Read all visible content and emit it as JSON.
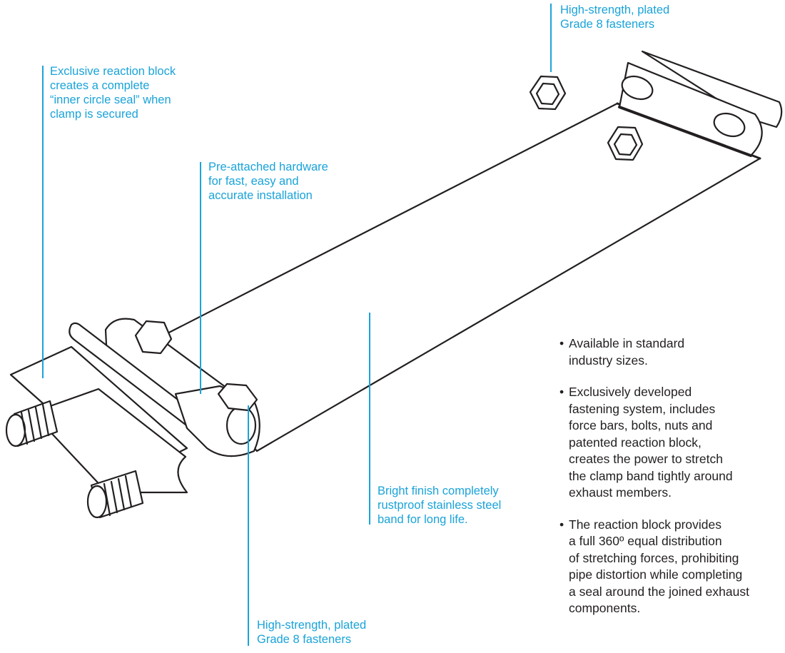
{
  "callouts": {
    "fasteners_top": [
      "High-strength, plated",
      "Grade 8 fasteners"
    ],
    "reaction_block": [
      "Exclusive reaction block",
      "creates a complete",
      "“inner circle seal” when",
      "clamp is secured"
    ],
    "hardware": [
      "Pre-attached hardware",
      "for fast, easy and",
      "accurate installation"
    ],
    "band": [
      "Bright finish completely",
      "rustproof stainless steel",
      "band for long life."
    ],
    "fasteners_bottom": [
      "High-strength, plated",
      "Grade 8 fasteners"
    ]
  },
  "bullets": [
    [
      "Available in standard",
      "industry sizes."
    ],
    [
      "Exclusively developed",
      "fastening system, includes",
      "force bars, bolts, nuts and",
      "patented reaction block,",
      "creates the power to stretch",
      "the clamp band tightly around",
      "exhaust members."
    ],
    [
      "The reaction block provides",
      "a full 360º equal distribution",
      "of stretching forces, prohibiting",
      "pipe distortion while completing",
      "a seal around the joined exhaust",
      "components."
    ]
  ],
  "colors": {
    "callout": "#1aa3d9",
    "text": "#231f20",
    "line_art": "#231f20"
  },
  "icons": [
    "clamp-band-illustration",
    "hex-nut-icon",
    "threaded-bolt-icon",
    "force-bar-icon",
    "reaction-block-icon"
  ]
}
